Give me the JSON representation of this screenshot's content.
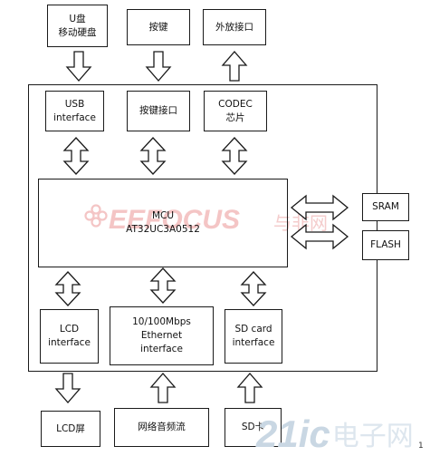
{
  "blocks": {
    "usb_drive": "U盘\n移动硬盘",
    "keys": "按键",
    "speaker_port": "外放接口",
    "usb_interface": "USB\ninterface",
    "key_interface": "按键接口",
    "codec": "CODEC\n芯片",
    "mcu": "MCU\nAT32UC3A0512",
    "sram": "SRAM",
    "flash": "FLASH",
    "lcd_interface": "LCD\ninterface",
    "ethernet_interface": "10/100Mbps\nEthernet\ninterface",
    "sd_interface": "SD card\ninterface",
    "lcd_screen": "LCD屏",
    "network_audio": "网络音频流",
    "sd_card": "SD卡"
  },
  "watermarks": {
    "center_latin": "EEFOCUS",
    "center_cn": "与非网",
    "site_latin": "21ic",
    "site_cn": "电子网"
  },
  "corner_mark": "1",
  "colors": {
    "line": "#1a1a1a",
    "watermark_red": "#f4c5c5",
    "watermark_blue": "#c9d7e3"
  }
}
